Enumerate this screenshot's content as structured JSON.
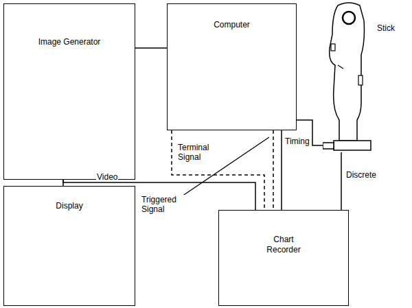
{
  "diagram": {
    "nodes": [
      {
        "text": [
          "Image Generator"
        ]
      },
      {
        "text": [
          "Computer"
        ]
      },
      {
        "text": [
          "Stick"
        ]
      },
      {
        "text": [
          "Display"
        ]
      },
      {
        "text": [
          "Chart Recorder"
        ]
      }
    ],
    "edges": [
      {
        "from": 0,
        "to": 1,
        "arrow": "none"
      },
      {
        "from": 0,
        "to": 3,
        "arrow": "none"
      },
      {
        "from": 0,
        "to": 4,
        "label": "Video",
        "arrow": "none"
      },
      {
        "from": 1,
        "to": 4,
        "label": "Terminal Signal",
        "arrow": "none"
      },
      {
        "from": 1,
        "to": 4,
        "label": "Triggered Signal",
        "arrow": "none"
      },
      {
        "from": 1,
        "to": 4,
        "label": "Timing",
        "arrow": "none"
      },
      {
        "from": 1,
        "to": 2,
        "arrow": "none"
      },
      {
        "from": 2,
        "to": 4,
        "label": "Discrete",
        "arrow": "none"
      }
    ]
  }
}
